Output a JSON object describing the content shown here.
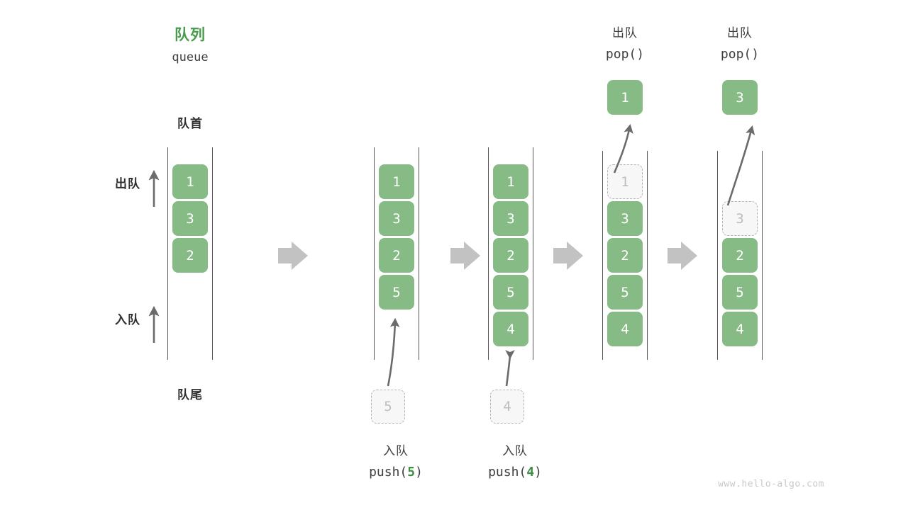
{
  "meta": {
    "watermark": "www.hello-algo.com",
    "colors": {
      "box_fill": "#86bb85",
      "box_text": "#ffffff",
      "title_green": "#469b4c",
      "ghost_fill": "#f7f7f7",
      "ghost_border": "#b4b4b4",
      "ghost_text": "#bdbdbd",
      "rail": "#555555",
      "arrow_grey": "#6b6b6b",
      "flow_arrow": "#c2c2c2",
      "text_dark": "#2f2f2f"
    }
  },
  "header": {
    "title_cn": "队列",
    "title_en": "queue"
  },
  "labels": {
    "front": "队首",
    "rear": "队尾",
    "dequeue": "出队",
    "enqueue": "入队"
  },
  "stages": [
    {
      "id": "initial",
      "boxes": [
        "1",
        "3",
        "2"
      ],
      "ghost_index": -1,
      "caption_cn": "",
      "caption_code": "",
      "popped": null
    },
    {
      "id": "push-5",
      "boxes": [
        "1",
        "3",
        "2",
        "5"
      ],
      "ghost_index": -1,
      "caption_cn": "入队",
      "caption_code_prefix": "push(",
      "caption_code_value": "5",
      "caption_code_suffix": ")",
      "incoming": "5",
      "popped": null
    },
    {
      "id": "push-4",
      "boxes": [
        "1",
        "3",
        "2",
        "5",
        "4"
      ],
      "ghost_index": -1,
      "caption_cn": "入队",
      "caption_code_prefix": "push(",
      "caption_code_value": "4",
      "caption_code_suffix": ")",
      "incoming": "4",
      "popped": null
    },
    {
      "id": "pop-1",
      "boxes": [
        "1",
        "3",
        "2",
        "5",
        "4"
      ],
      "ghost_index": 0,
      "caption_cn": "出队",
      "caption_code": "pop()",
      "popped": "1"
    },
    {
      "id": "pop-3",
      "boxes": [
        "3",
        "2",
        "5",
        "4"
      ],
      "ghost_index": 0,
      "caption_cn": "出队",
      "caption_code": "pop()",
      "popped": "3"
    }
  ]
}
